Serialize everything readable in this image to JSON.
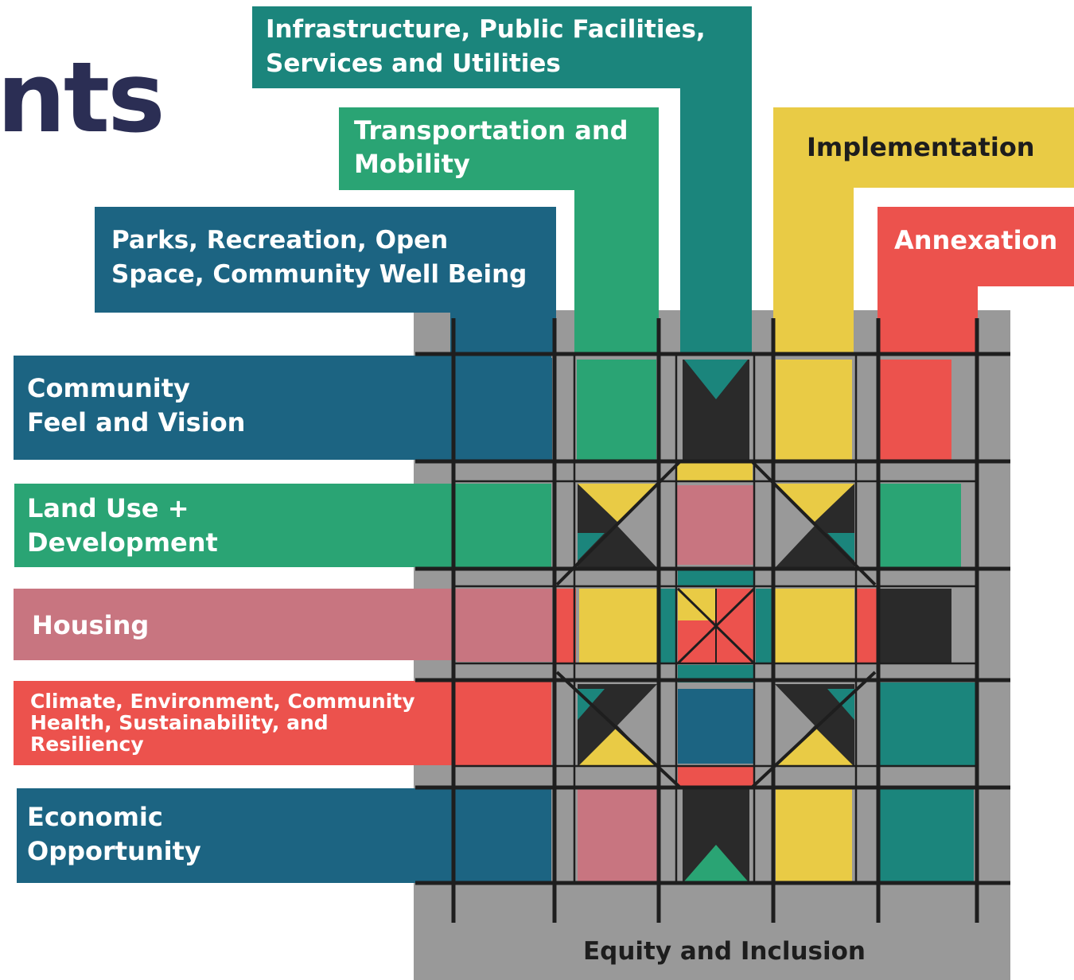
{
  "page": {
    "heading_fragment": "nts"
  },
  "colors": {
    "navy": "#1c6482",
    "teal": "#1b857c",
    "green": "#2aa474",
    "yellow": "#e9cb45",
    "red": "#ec524d",
    "pink": "#c87580",
    "grey": "#999999",
    "ink": "#1e1e1e",
    "heading": "#2b2e54"
  },
  "top_elements": [
    {
      "name": "infrastructure",
      "lines": [
        "Infrastructure, Public Facilities,",
        "Services and Utilities"
      ],
      "color": "teal"
    },
    {
      "name": "transportation",
      "lines": [
        "Transportation and",
        "Mobility"
      ],
      "color": "green"
    },
    {
      "name": "parks",
      "lines": [
        "Parks, Recreation, Open",
        "Space, Community Well Being"
      ],
      "color": "navy"
    },
    {
      "name": "implementation",
      "lines": [
        "Implementation"
      ],
      "color": "yellow"
    },
    {
      "name": "annexation",
      "lines": [
        "Annexation"
      ],
      "color": "red"
    }
  ],
  "side_elements": [
    {
      "name": "community-feel",
      "lines": [
        "Community",
        "Feel and Vision"
      ],
      "color": "navy"
    },
    {
      "name": "land-use",
      "lines": [
        "Land Use +",
        "Development"
      ],
      "color": "green"
    },
    {
      "name": "housing",
      "lines": [
        "Housing"
      ],
      "color": "pink"
    },
    {
      "name": "climate",
      "lines": [
        "Climate, Environment, Community",
        "Health, Sustainability, and",
        "Resiliency"
      ],
      "color": "red"
    },
    {
      "name": "economic",
      "lines": [
        "Economic",
        "Opportunity"
      ],
      "color": "navy"
    }
  ],
  "foundation": {
    "label": "Equity and Inclusion"
  }
}
